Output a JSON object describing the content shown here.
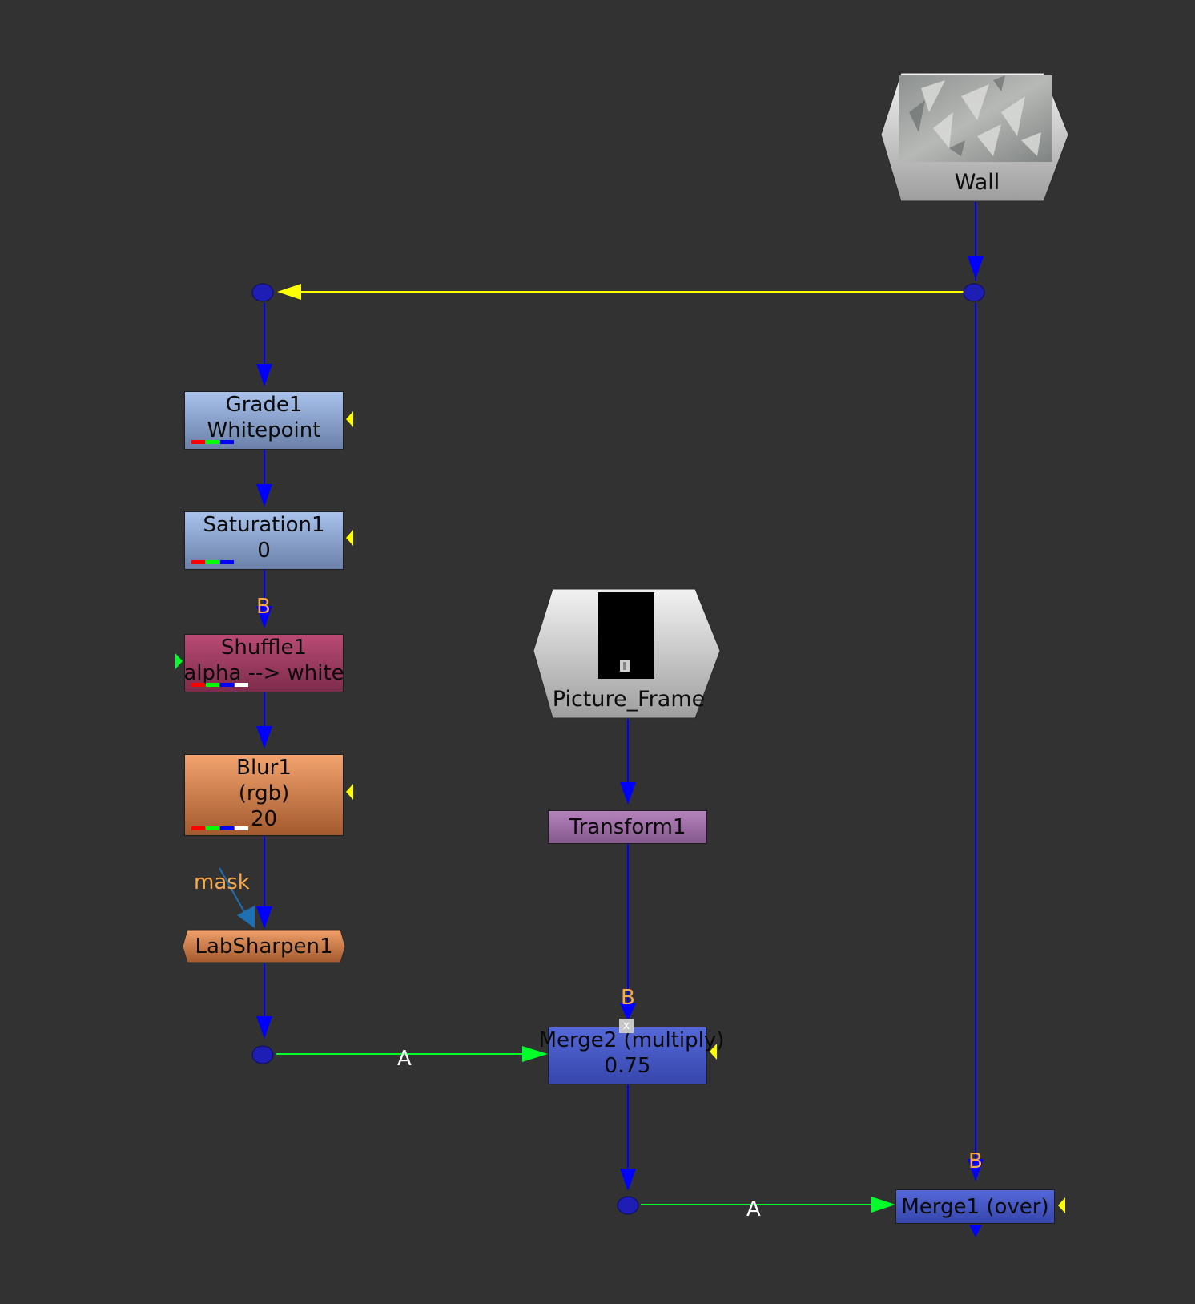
{
  "colors": {
    "background": "#323232",
    "pipe": "#0000ff",
    "pipe_a": "#00ff2a",
    "pipe_expression": "#ffff00",
    "mask_pipe": "#1f6fb3",
    "dot": "#1e1eb4"
  },
  "nodes": {
    "wall": {
      "label": "Wall",
      "type": "Read"
    },
    "picture_frame": {
      "label": "Picture_Frame",
      "type": "Read"
    },
    "grade": {
      "label": "Grade1",
      "sub": "Whitepoint"
    },
    "saturation": {
      "label": "Saturation1",
      "sub": "0"
    },
    "shuffle": {
      "label": "Shuffle1",
      "sub": "alpha --> white"
    },
    "blur": {
      "label": "Blur1",
      "sub": "(rgb)",
      "value": "20"
    },
    "labsharpen": {
      "label": "LabSharpen1"
    },
    "transform": {
      "label": "Transform1"
    },
    "merge2": {
      "label": "Merge2 (multiply)",
      "sub": "0.75",
      "disable_mark": "x"
    },
    "merge1": {
      "label": "Merge1 (over)"
    }
  },
  "inputs": {
    "shuffle_b": "B",
    "blur_mask": "mask",
    "merge2_b": "B",
    "merge2_a": "A",
    "merge1_b": "B",
    "merge1_a": "A"
  },
  "icons": {
    "dot": "dot-icon",
    "arrow": "arrowhead-icon",
    "channel_swatch": "channel-swatch-icon",
    "thumbnail": "thumbnail-icon"
  }
}
